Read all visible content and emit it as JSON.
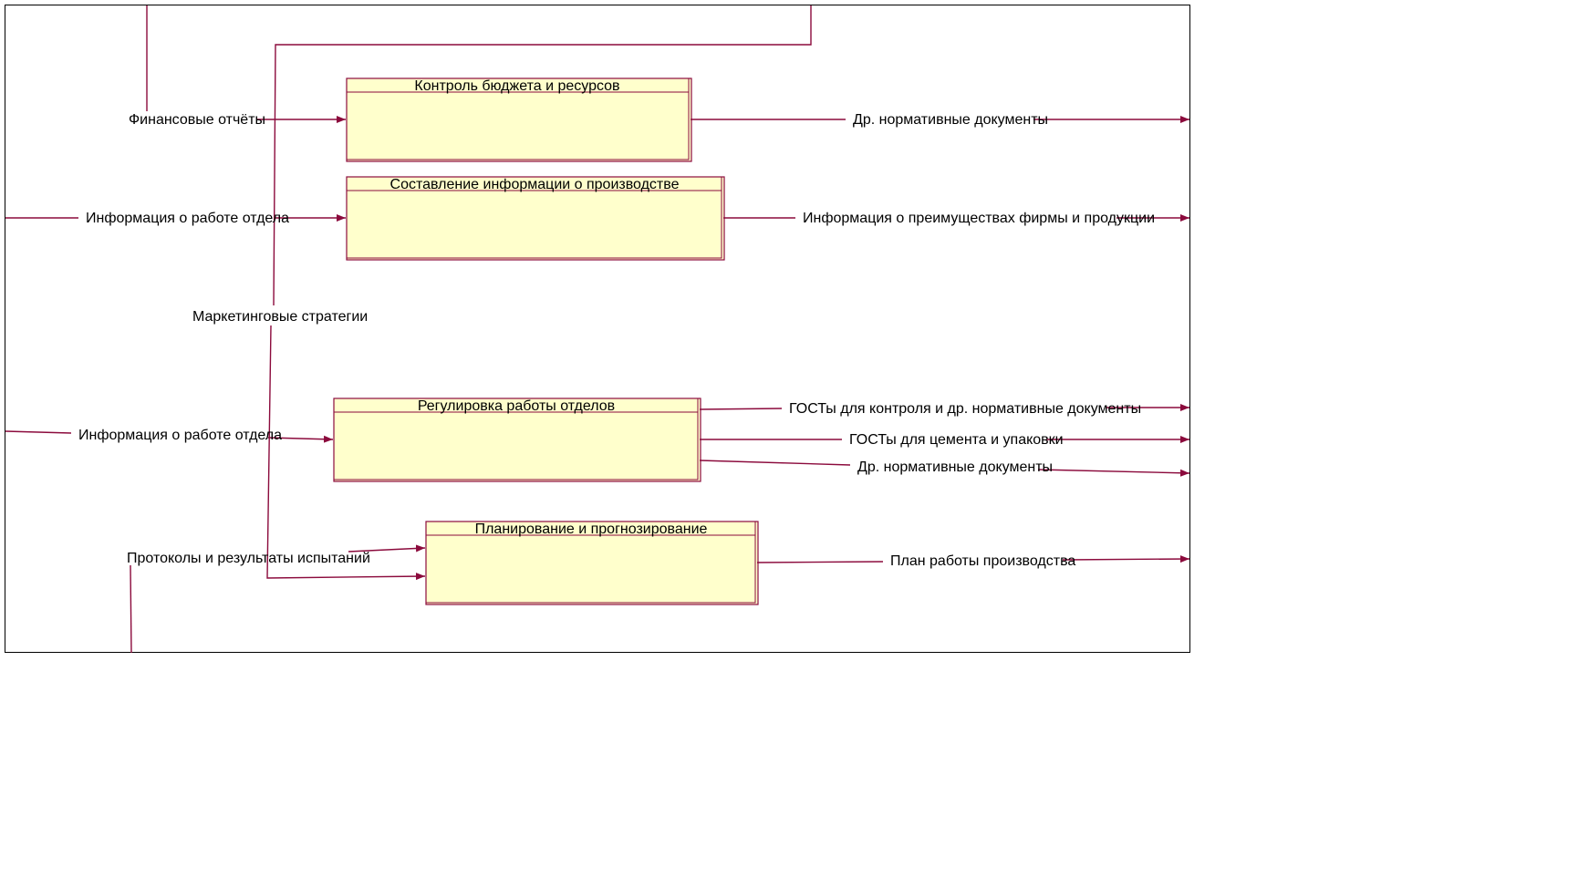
{
  "colors": {
    "line": "#8b0a3c",
    "box_fill": "#ffffcc",
    "frame": "#000000"
  },
  "boxes": [
    {
      "id": "budget",
      "title": "Контроль бюджета и ресурсов"
    },
    {
      "id": "production-info",
      "title": "Составление информации о производстве"
    },
    {
      "id": "regulation",
      "title": "Регулировка работы отделов"
    },
    {
      "id": "planning",
      "title": "Планирование и прогнозирование"
    }
  ],
  "labels": {
    "fin_reports": "Финансовые отчёты",
    "dept_info_1": "Информация о работе отдела",
    "marketing": "Маркетинговые стратегии",
    "dept_info_2": "Информация о работе отдела",
    "protocols": "Протоколы и результаты испытаний",
    "norm_docs_1": "Др. нормативные документы",
    "advantages": "Информация о преимуществах фирмы и продукции",
    "gost_control": "ГОСТы для контроля и др. нормативные документы",
    "gost_cement": "ГОСТы для цемента и упаковки",
    "norm_docs_2": "Др. нормативные документы",
    "work_plan": "План работы производства"
  }
}
